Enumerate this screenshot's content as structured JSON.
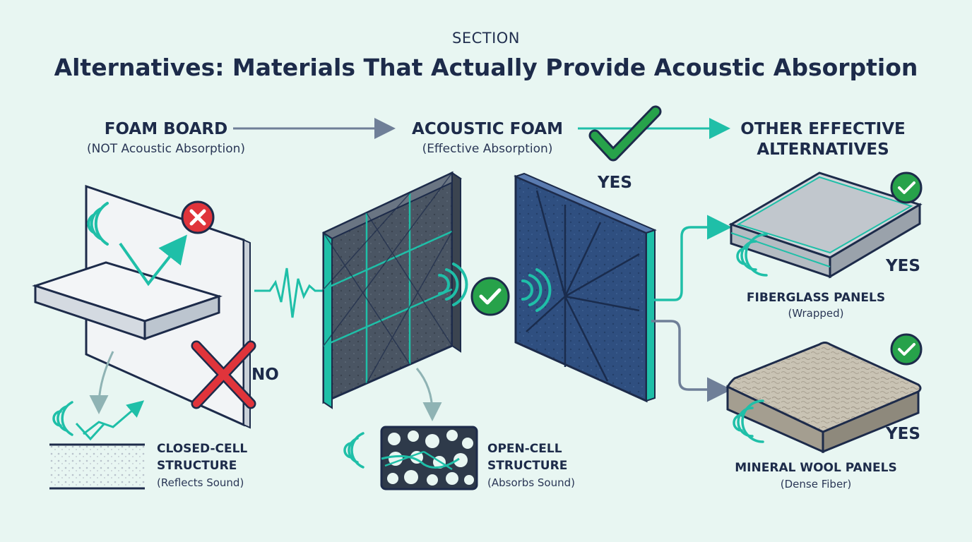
{
  "header": {
    "kicker": "SECTION",
    "title": "Alternatives: Materials That Actually Provide Acoustic Absorption"
  },
  "columns": {
    "foam_board": {
      "title": "FOAM BOARD",
      "subtitle": "(NOT Acoustic Absorption)",
      "verdict": "NO"
    },
    "acoustic_foam": {
      "title": "ACOUSTIC FOAM",
      "subtitle": "(Effective Absorption)",
      "verdict": "YES"
    },
    "other": {
      "title_line1": "OTHER EFFECTIVE",
      "title_line2": "ALTERNATIVES"
    }
  },
  "structures": {
    "closed": {
      "line1": "CLOSED-CELL",
      "line2": "STRUCTURE",
      "note": "(Reflects Sound)"
    },
    "open": {
      "line1": "OPEN-CELL",
      "line2": "STRUCTURE",
      "note": "(Absorbs Sound)"
    }
  },
  "alternatives": [
    {
      "name": "FIBERGLASS PANELS",
      "note": "(Wrapped)",
      "verdict": "YES"
    },
    {
      "name": "MINERAL WOOL PANELS",
      "note": "(Dense Fiber)",
      "verdict": "YES"
    }
  ],
  "colors": {
    "navy": "#1d2b4a",
    "teal": "#1fbfa8",
    "green": "#27a24a",
    "red": "#e0343b",
    "slate": "#7a8aa0",
    "background": "#e8f6f2"
  },
  "icons": [
    "sound-wave-icon",
    "check-icon",
    "cross-icon",
    "arrow-icon",
    "waveform-icon"
  ]
}
